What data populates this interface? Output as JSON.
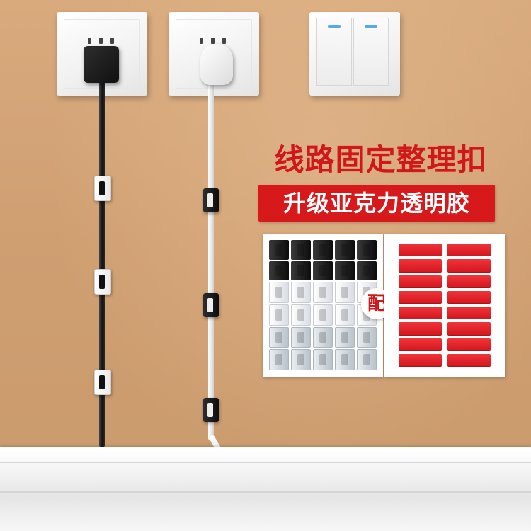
{
  "headline": "线路固定整理扣",
  "subheadline": "升级亚克力透明胶",
  "pairing_label": "配",
  "colors": {
    "accent_red": "#d7191c",
    "wall": "#cf9f72",
    "plate_white": "#f2f2f2"
  },
  "icons": [
    "power-socket-icon",
    "wall-switch-icon",
    "black-plug-icon",
    "white-plug-icon",
    "cable-clip-icon",
    "adhesive-tape-icon"
  ]
}
